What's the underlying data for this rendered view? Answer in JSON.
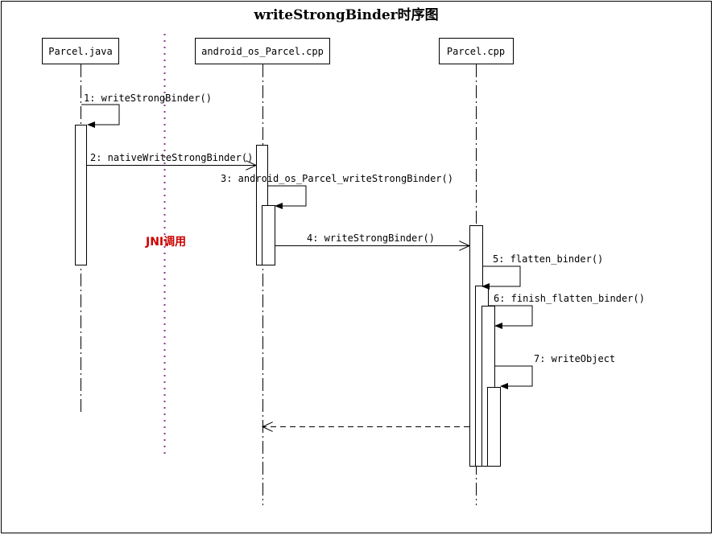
{
  "title": "writeStrongBinder时序图",
  "participants": [
    "Parcel.java",
    "android_os_Parcel.cpp",
    "Parcel.cpp"
  ],
  "messages": [
    "1: writeStrongBinder()",
    "2: nativeWriteStrongBinder()",
    "3: android_os_Parcel_writeStrongBinder()",
    "4: writeStrongBinder()",
    "5: flatten_binder()",
    "6: finish_flatten_binder()",
    "7: writeObject"
  ],
  "boundary_label": "JNI调用",
  "colors": {
    "boundary": "#8b3a8b",
    "boundary_label": "#cc0000"
  }
}
